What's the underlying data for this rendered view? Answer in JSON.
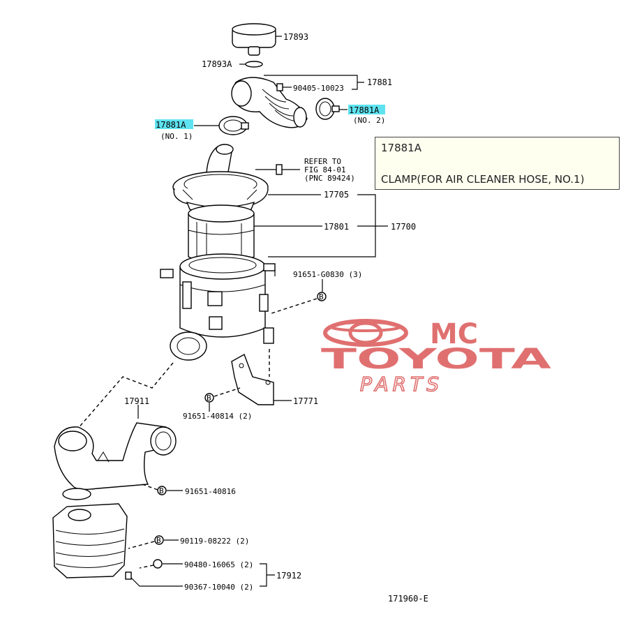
{
  "labels": {
    "p17893": "17893",
    "p17893A": "17893A",
    "p17881": "17881",
    "p90405": "90405-10023",
    "p17881A_no2": "17881A",
    "no2": "(NO. 2)",
    "p17881A_no1": "17881A",
    "no1": "(NO. 1)",
    "refer1": "REFER TO",
    "refer2": "FIG 84-01",
    "refer3": "(PNC 89424)",
    "p17705": "17705",
    "p17801": "17801",
    "p17700": "17700",
    "p91651_g0830": "91651-G0830 (3)",
    "p17771": "17771",
    "p91651_40814": "91651-40814 (2)",
    "p17911": "17911",
    "p91651_40816": "91651-40816",
    "p90119": "90119-08222 (2)",
    "p90480": "90480-16065 (2)",
    "p90367": "90367-10040 (2)",
    "p17912": "17912",
    "illus_id": "171960-E",
    "b": "B"
  },
  "logo": {
    "line1": "MC",
    "line2": "TOYOTA",
    "line3": "PARTS",
    "color": "#e07070"
  },
  "tooltip": {
    "part_number": "17881A",
    "description": "CLAMP(FOR AIR CLEANER HOSE, NO.1)"
  },
  "highlight_color": "#5fe3f0"
}
